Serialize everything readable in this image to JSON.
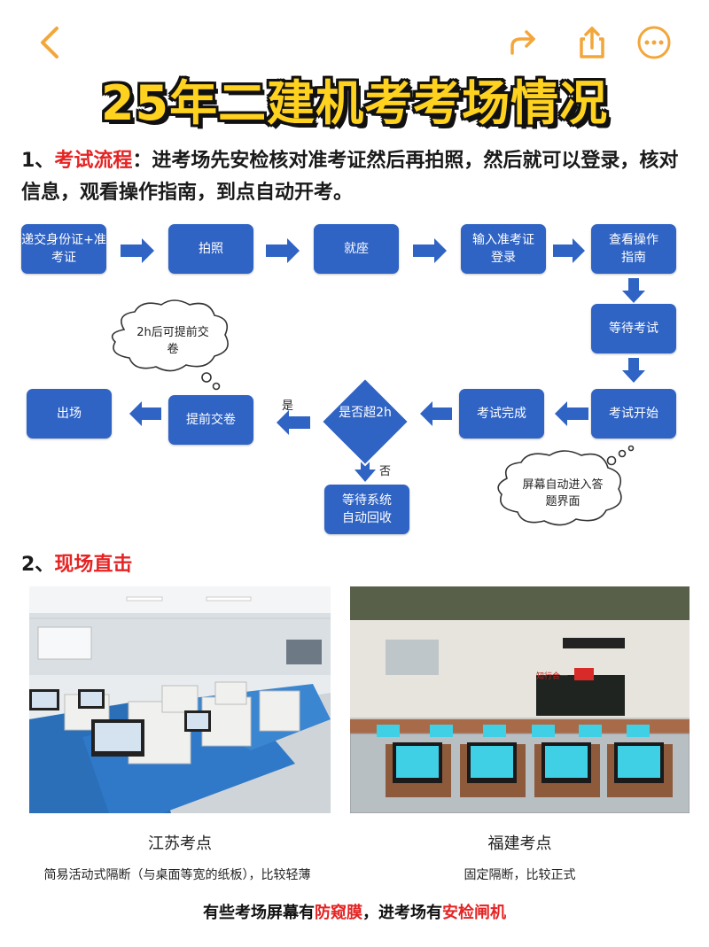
{
  "title": "25年二建机考考场情况",
  "section1": {
    "num": "1、",
    "heading": "考试流程",
    "colon": "：",
    "text": "进考场先安检核对准考证然后再拍照，然后就可以登录，核对信息，观看操作指南，到点自动开考。"
  },
  "flow": {
    "submit_id": "递交身份证+准考证",
    "photo": "拍照",
    "seat": "就座",
    "login": "输入准考证登录",
    "guide": "查看操作指南",
    "wait_exam": "等待考试",
    "exam_start": "考试开始",
    "exam_done": "考试完成",
    "decision": "是否超2h",
    "early_submit": "提前交卷",
    "exit": "出场",
    "wait_system": "等待系统自动回收",
    "yes": "是",
    "no": "否",
    "cloud_early": "2h后可提前交卷",
    "cloud_screen": "屏幕自动进入答题界面"
  },
  "section2": {
    "num": "2、",
    "heading": "现场直击"
  },
  "photos": {
    "left_title": "江苏考点",
    "left_desc": "简易活动式隔断（与桌面等宽的纸板），比较轻薄",
    "right_title": "福建考点",
    "right_desc": "固定隔断，比较正式",
    "banner_text": "知行合一"
  },
  "footer": {
    "part1": "有些考场屏幕有",
    "part2": "防窥膜",
    "part3": "，进考场有",
    "part4": "安检闸机"
  },
  "colors": {
    "accent_orange": "#f3a63a",
    "box_blue": "#2f63c4",
    "red": "#e52323",
    "title_yellow": "#ffd21f"
  },
  "icons": [
    "back-icon",
    "forward-icon",
    "share-icon",
    "more-icon"
  ]
}
